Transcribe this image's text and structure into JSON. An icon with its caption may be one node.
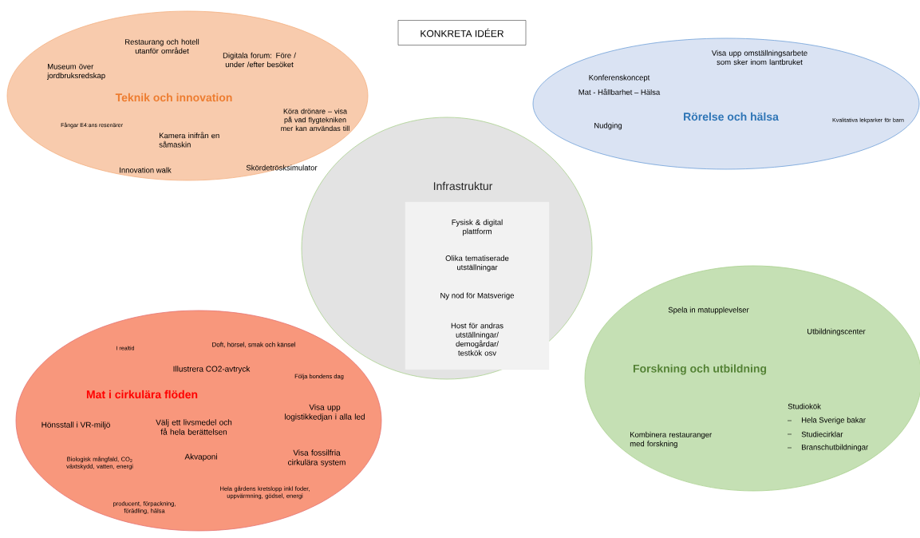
{
  "diagram": {
    "title": "KONKRETA IDÉER",
    "nodes": [
      {
        "text": [
          "Restaurang och hotell utanför området",
          "Digitala forum: Före / under /efter besöket",
          "Museum över jordbruksredskap",
          "Teknik och innovation",
          "Köra drönare – visa på vad flygtekniken mer kan användas till",
          "Fångar E4:ans resenärer",
          "Kamera inifrån en såmaskin",
          "Skördetrösksimulator",
          "Innovation walk"
        ]
      },
      {
        "text": [
          "Visa upp omställningsarbete som sker inom lantbruket",
          "Konferenskoncept",
          "Mat - Hållbarhet – Hälsa",
          "Nudging",
          "Rörelse och hälsa",
          "Kvalitativa lekparker för barn"
        ]
      },
      {
        "text": [
          "Infrastruktur"
        ]
      },
      {
        "text": [
          "Fysisk & digital plattform",
          "Olika tematiserade utställningar",
          "Ny nod för Matsverige",
          "Host för andras utställningar/ demogårdar/ testkök osv"
        ],
        "in": 2
      },
      {
        "text": [
          "I realtid",
          "Doft, hörsel, smak och känsel",
          "Illustrera CO2-avtryck",
          "Följa bondens dag",
          "Mat i cirkulära flöden",
          "Visa upp logistikkedjan i alla led",
          "Hönsstall i VR-miljö",
          "Välj ett livsmedel och få hela berättelsen",
          "Biologisk mångfald, CO$_{2}$ växtskydd, vatten, energi",
          "Akvaponi",
          "Visa fossilfria cirkulära system",
          "Hela gårdens kretslopp inkl foder, uppvärmning, gödsel, energi",
          "producent, förpackning, förädling, hälsa"
        ]
      },
      {
        "text": [
          "Spela in matupplevelser",
          "Utbildningscenter",
          "Forskning och utbildning",
          "Studiokök",
          "Hela Sverige bakar",
          "Studiecirklar",
          "Branschutbildningar",
          "Kombinera restauranger med forskning"
        ]
      }
    ]
  }
}
